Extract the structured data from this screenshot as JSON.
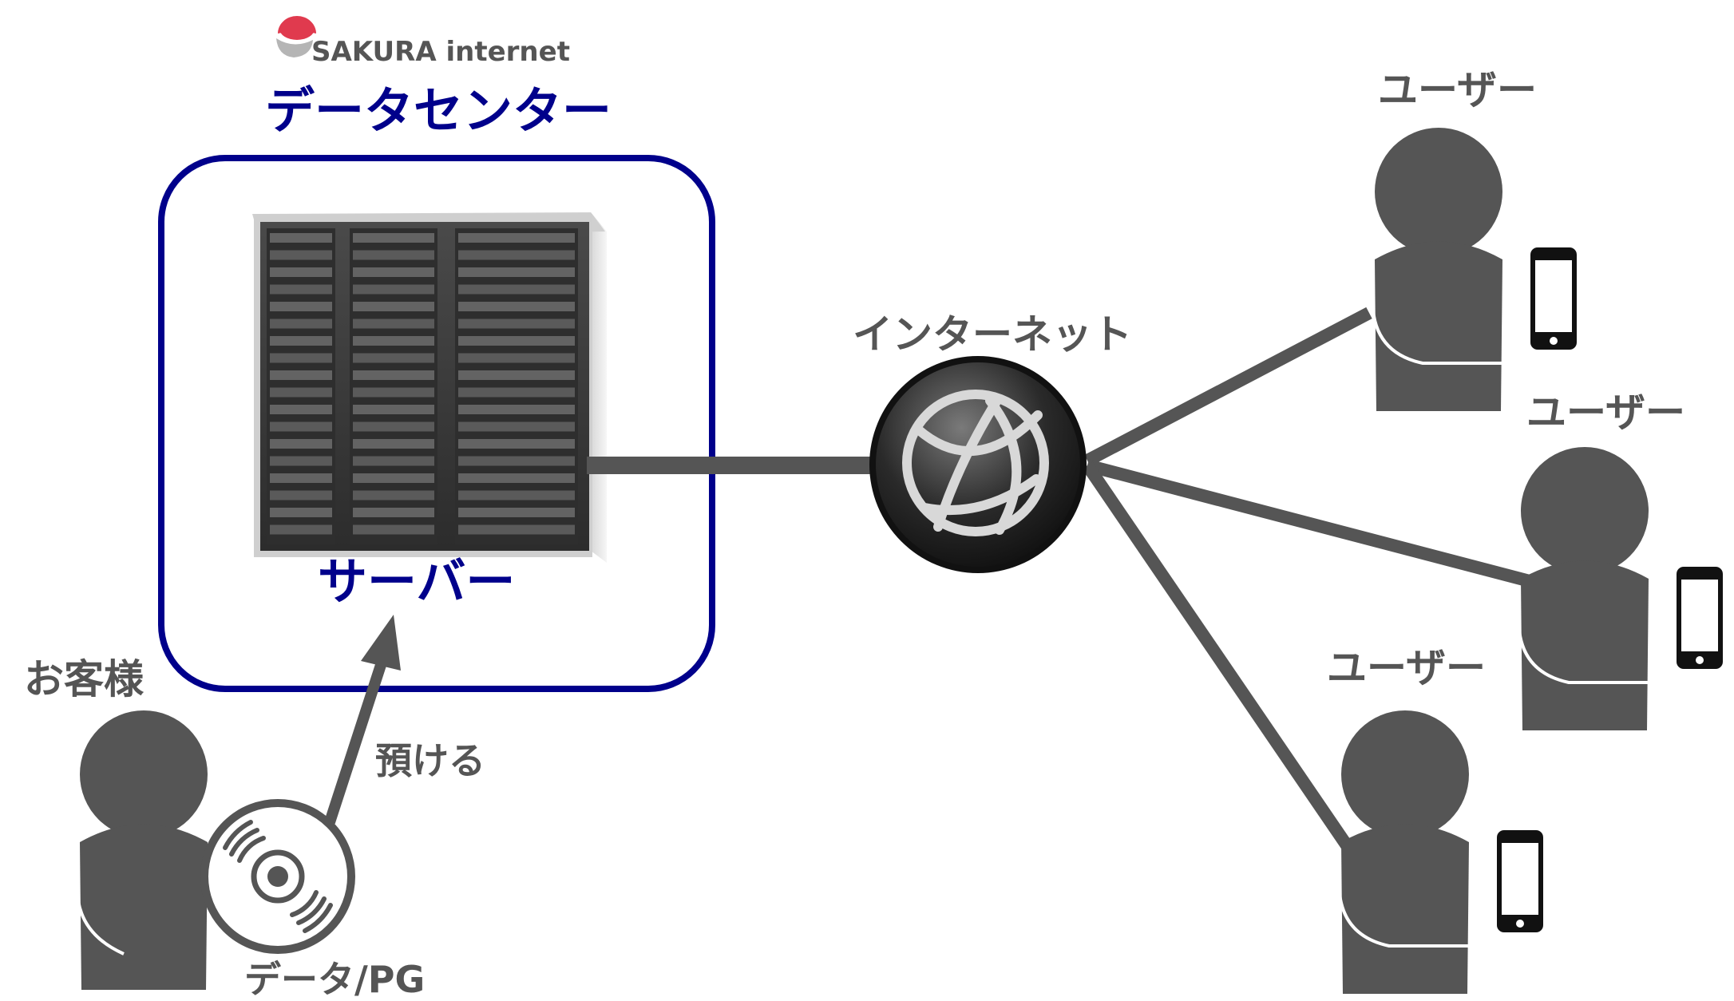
{
  "logo": {
    "text": "SAKURA internet",
    "icon": "sakura-logo-icon"
  },
  "datacenter": {
    "title": "データセンター",
    "server_label": "サーバー"
  },
  "internet": {
    "label": "インターネット",
    "icon": "globe-icon"
  },
  "customer": {
    "label": "お客様",
    "action_label": "預ける",
    "media_label": "データ/PG",
    "icon": "disc-icon"
  },
  "users": [
    {
      "label": "ユーザー",
      "icon": "smartphone-icon"
    },
    {
      "label": "ユーザー",
      "icon": "smartphone-icon"
    },
    {
      "label": "ユーザー",
      "icon": "smartphone-icon"
    }
  ],
  "colors": {
    "silhouette": "#555555",
    "connector": "#555555",
    "datacenter_border": "#00008b",
    "datacenter_text": "#00008b",
    "logo_red": "#e03a4e",
    "logo_gray": "#b5b5b5",
    "server_body": "#3a3a3a",
    "server_frame": "#e0e0e0"
  }
}
